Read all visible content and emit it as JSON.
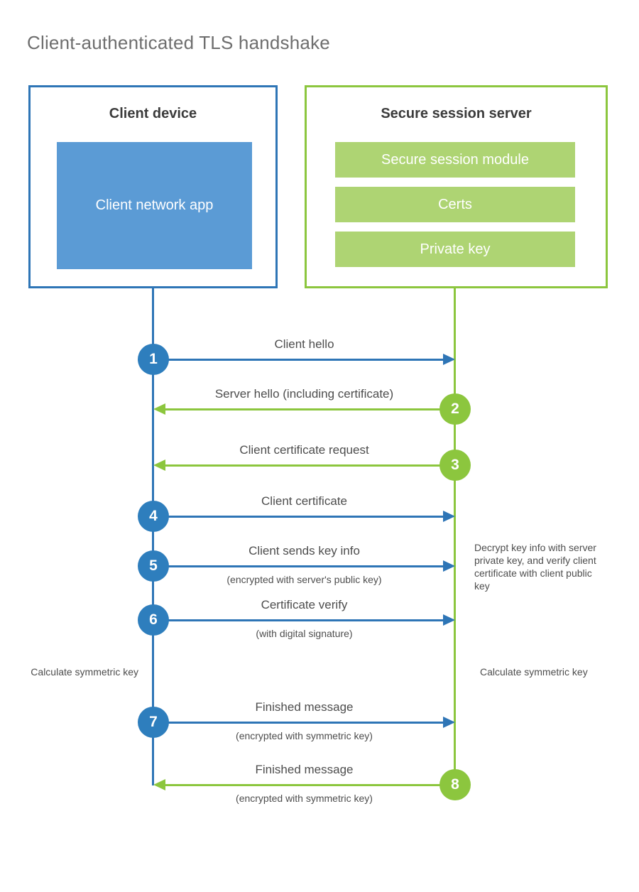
{
  "page": {
    "title": "Client-authenticated TLS handshake"
  },
  "colors": {
    "client_accent": "#2e75b6",
    "client_app_fill": "#5b9bd5",
    "client_step_circle": "#2e7ebd",
    "server_accent": "#8cc63e",
    "server_bar_fill": "#aed473",
    "title_text": "#6e6e6e",
    "body_text": "#4d4d4d",
    "background": "#ffffff"
  },
  "client": {
    "title": "Client device",
    "app_label": "Client network app"
  },
  "server": {
    "title": "Secure session server",
    "components": [
      {
        "label": "Secure session module"
      },
      {
        "label": "Certs"
      },
      {
        "label": "Private key"
      }
    ]
  },
  "messages": [
    {
      "step": "1",
      "label": "Client hello",
      "sub": "",
      "direction": "client-to-server"
    },
    {
      "step": "2",
      "label": "Server hello (including certificate)",
      "sub": "",
      "direction": "server-to-client"
    },
    {
      "step": "3",
      "label": "Client certificate request",
      "sub": "",
      "direction": "server-to-client"
    },
    {
      "step": "4",
      "label": "Client certificate",
      "sub": "",
      "direction": "client-to-server"
    },
    {
      "step": "5",
      "label": "Client sends key info",
      "sub": "(encrypted with server's public key)",
      "direction": "client-to-server"
    },
    {
      "step": "6",
      "label": "Certificate verify",
      "sub": "(with digital signature)",
      "direction": "client-to-server"
    },
    {
      "step": "7",
      "label": "Finished message",
      "sub": "(encrypted with symmetric key)",
      "direction": "client-to-server"
    },
    {
      "step": "8",
      "label": "Finished message",
      "sub": "(encrypted with symmetric key)",
      "direction": "server-to-client"
    }
  ],
  "notes": {
    "server_decrypt": "Decrypt key info with server private key, and verify client certificate with client public key",
    "client_symmetric_key": "Calculate symmetric key",
    "server_symmetric_key": "Calculate symmetric key"
  }
}
